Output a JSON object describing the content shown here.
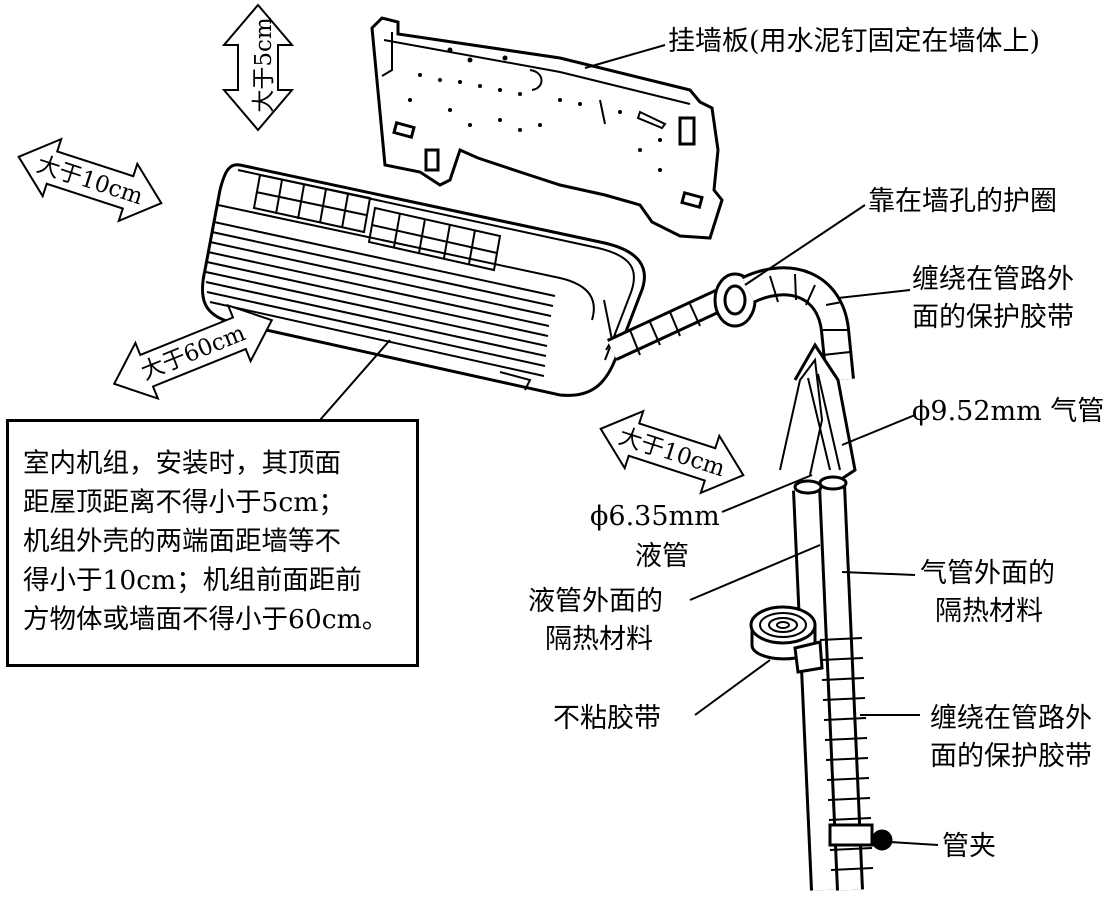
{
  "labels": {
    "wall_plate": "挂墙板(用水泥钉固定在墙体上)",
    "wall_hole_ring": "靠在墙孔的护圈",
    "tape_top_1": "缠绕在管路外",
    "tape_top_2": "面的保护胶带",
    "gas_pipe": "ϕ9.52mm 气管",
    "liquid_pipe_1": "ϕ6.35mm",
    "liquid_pipe_2": "液管",
    "liquid_insul_1": "液管外面的",
    "liquid_insul_2": "隔热材料",
    "gas_insul_1": "气管外面的",
    "gas_insul_2": "隔热材料",
    "nonstick_tape": "不粘胶带",
    "tape_bottom_1": "缠绕在管路外",
    "tape_bottom_2": "面的保护胶带",
    "clamp": "管夹"
  },
  "clearances": {
    "top": "大于5cm",
    "left": "大于10cm",
    "front": "大于60cm",
    "right": "大于10cm"
  },
  "note": "室内机组，安装时，其顶面\n距屋顶距离不得小于5cm；\n机组外壳的两端面距墙等不\n得小于10cm；机组前面距前\n方物体或墙面不得小于60cm。"
}
